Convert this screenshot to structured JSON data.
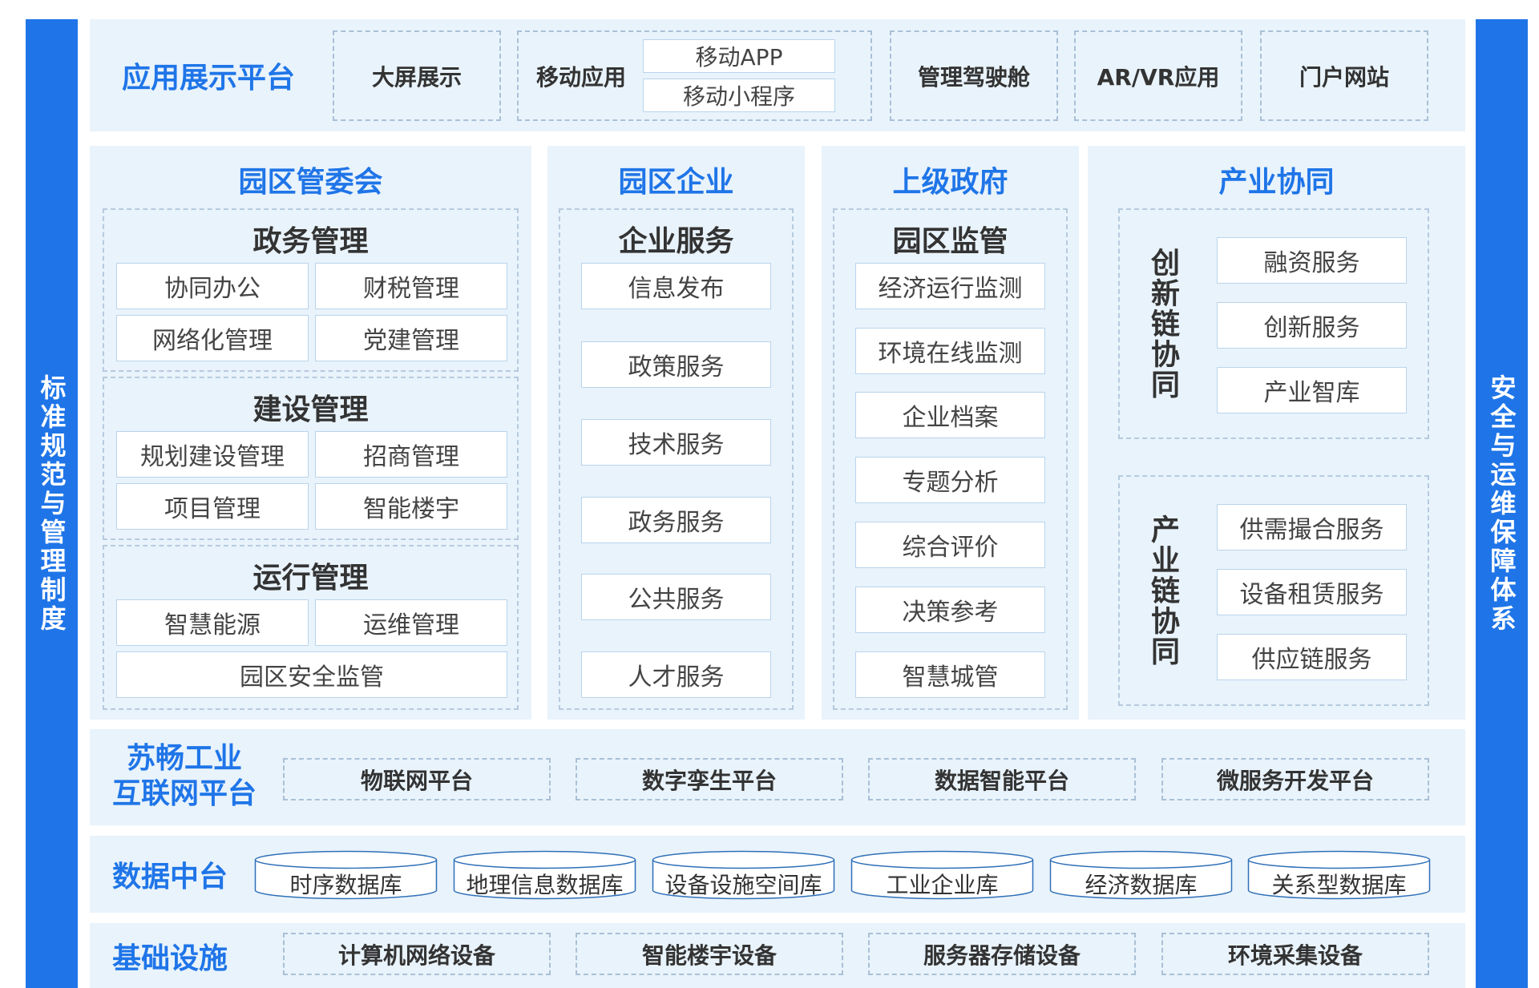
{
  "left_sidebar": "标准规范与管理制度",
  "right_sidebar": "安全与运维保障体系",
  "app_platform": {
    "title": "应用展示平台",
    "big_screen": "大屏展示",
    "mobile": {
      "label": "移动应用",
      "app": "移动APP",
      "mini": "移动小程序"
    },
    "cockpit": "管理驾驶舱",
    "arvr": "AR/VR应用",
    "portal": "门户网站"
  },
  "management": {
    "title": "园区管委会",
    "groups": [
      {
        "title": "政务管理",
        "items": [
          "协同办公",
          "财税管理",
          "网络化管理",
          "党建管理"
        ]
      },
      {
        "title": "建设管理",
        "items": [
          "规划建设管理",
          "招商管理",
          "项目管理",
          "智能楼宇"
        ]
      },
      {
        "title": "运行管理",
        "items": [
          "智慧能源",
          "运维管理",
          "园区安全监管"
        ]
      }
    ]
  },
  "enterprise": {
    "title": "园区企业",
    "group_title": "企业服务",
    "items": [
      "信息发布",
      "政策服务",
      "技术服务",
      "政务服务",
      "公共服务",
      "人才服务"
    ]
  },
  "government": {
    "title": "上级政府",
    "group_title": "园区监管",
    "items": [
      "经济运行监测",
      "环境在线监测",
      "企业档案",
      "专题分析",
      "综合评价",
      "决策参考",
      "智慧城管"
    ]
  },
  "industry": {
    "title": "产业协同",
    "innovation": {
      "label": "创新链协同",
      "items": [
        "融资服务",
        "创新服务",
        "产业智库"
      ]
    },
    "chain": {
      "label": "产业链协同",
      "items": [
        "供需撮合服务",
        "设备租赁服务",
        "供应链服务"
      ]
    }
  },
  "iiot": {
    "title_line1": "苏畅工业",
    "title_line2": "互联网平台",
    "items": [
      "物联网平台",
      "数字孪生平台",
      "数据智能平台",
      "微服务开发平台"
    ]
  },
  "data_center": {
    "title": "数据中台",
    "items": [
      "时序数据库",
      "地理信息数据库",
      "设备设施空间库",
      "工业企业库",
      "经济数据库",
      "关系型数据库"
    ]
  },
  "infrastructure": {
    "title": "基础设施",
    "items": [
      "计算机网络设备",
      "智能楼宇设备",
      "服务器存储设备",
      "环境采集设备"
    ]
  },
  "colors": {
    "accent": "#1f75e8",
    "panel": "#e9f3fb",
    "box_border": "#b9d4ec"
  }
}
